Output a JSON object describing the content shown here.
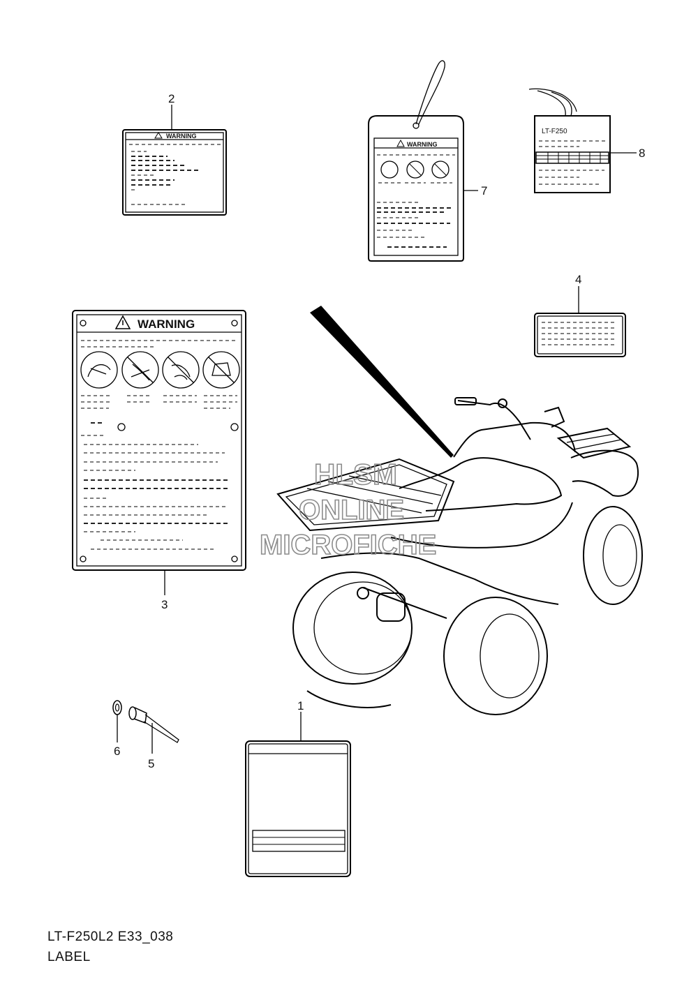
{
  "callouts": {
    "p1": "1",
    "p2": "2",
    "p3": "3",
    "p4": "4",
    "p5": "5",
    "p6": "6",
    "p7": "7",
    "p8": "8"
  },
  "labels": {
    "warning_small": "WARNING",
    "warning_large": "WARNING",
    "warning_tag": "WARNING",
    "tag_model": "LT-F250"
  },
  "watermark": {
    "line1": "HLSM",
    "line2": "ONLINE",
    "line3": "MICROFICHE"
  },
  "footer": {
    "code": "LT-F250L2 E33_038",
    "title": "LABEL"
  }
}
